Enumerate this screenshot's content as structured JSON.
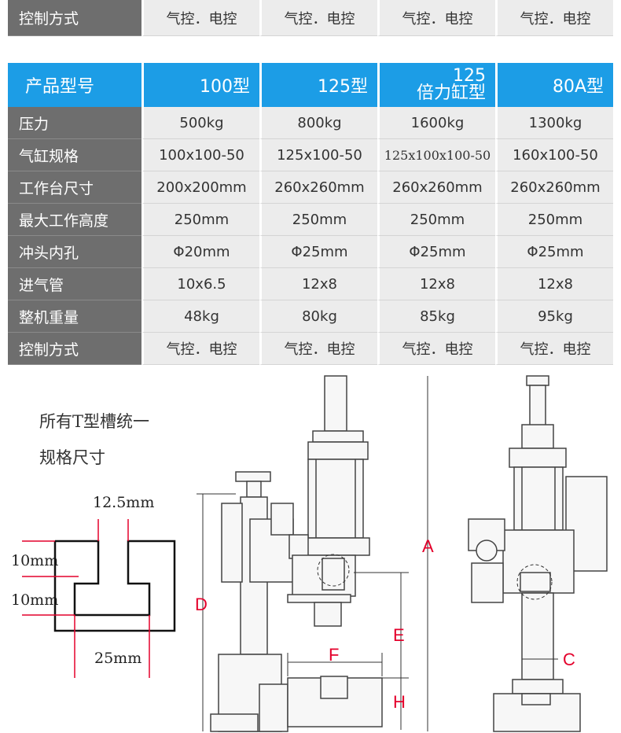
{
  "top_row": {
    "label": "控制方式",
    "values": [
      "气控．电控",
      "气控．电控",
      "气控．电控",
      "气控．电控"
    ]
  },
  "header": {
    "label": "产品型号",
    "models": [
      "100型",
      "125型",
      "125|倍力缸型",
      "80A型"
    ]
  },
  "rows": [
    {
      "label": "压力",
      "values": [
        "500kg",
        "800kg",
        "1600kg",
        "1300kg"
      ]
    },
    {
      "label": "气缸规格",
      "values": [
        "100x100-50",
        "125x100-50",
        "125x100x100-50",
        "160x100-50"
      ]
    },
    {
      "label": "工作台尺寸",
      "values": [
        "200x200mm",
        "260x260mm",
        "260x260mm",
        "260x260mm"
      ]
    },
    {
      "label": "最大工作高度",
      "values": [
        "250mm",
        "250mm",
        "250mm",
        "250mm"
      ]
    },
    {
      "label": "冲头内孔",
      "values": [
        "Φ20mm",
        "Φ25mm",
        "Φ25mm",
        "Φ25mm"
      ]
    },
    {
      "label": "进气管",
      "values": [
        "10x6.5",
        "12x8",
        "12x8",
        "12x8"
      ]
    },
    {
      "label": "整机重量",
      "values": [
        "48kg",
        "80kg",
        "85kg",
        "95kg"
      ]
    },
    {
      "label": "控制方式",
      "values": [
        "气控．电控",
        "气控．电控",
        "气控．电控",
        "气控．电控"
      ]
    }
  ],
  "tslot_note": {
    "line1": "所有T型槽统一",
    "line2": "规格尺寸"
  },
  "tslot_dims": {
    "top": "12.5mm",
    "side1": "10mm",
    "side2": "10mm",
    "bottom": "25mm"
  },
  "machine_labels": {
    "A": "A",
    "C": "C",
    "D": "D",
    "E": "E",
    "F": "F",
    "H": "H"
  },
  "colors": {
    "header_blue": "#1c9de6",
    "label_gray": "#6e6e6e",
    "cell_gray": "#ececec",
    "dim_red": "#e4002b"
  }
}
